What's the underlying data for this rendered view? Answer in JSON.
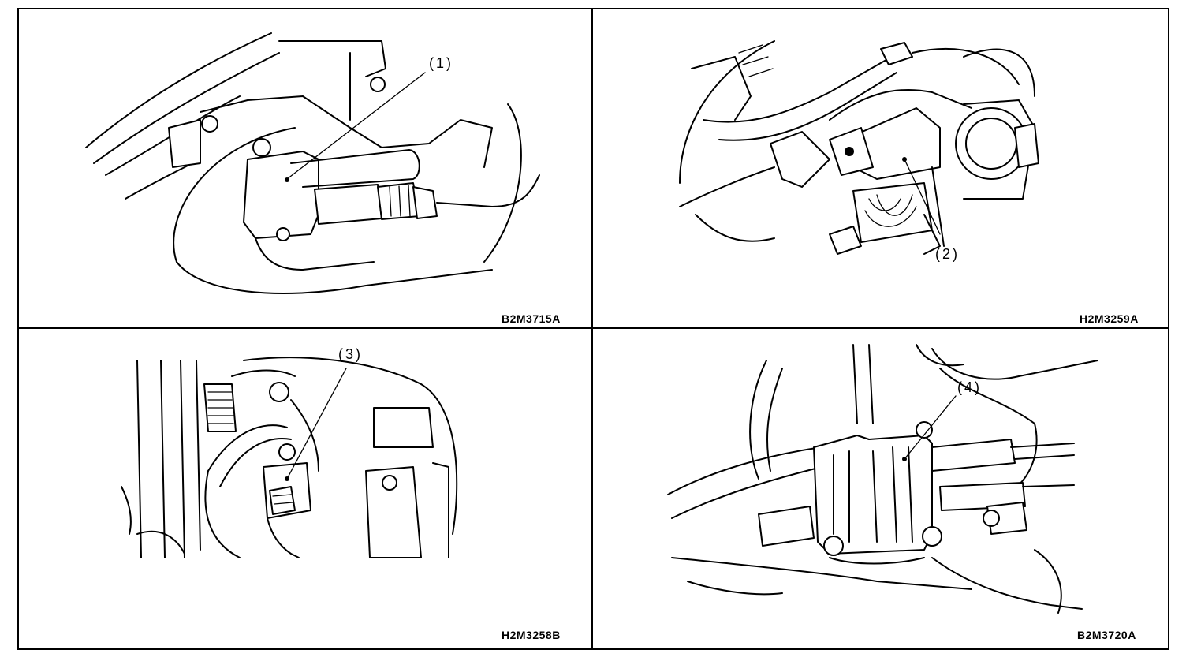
{
  "panels": [
    {
      "code": "B2M3715A",
      "callout": "(1)"
    },
    {
      "code": "H2M3259A",
      "callout": "(2)"
    },
    {
      "code": "H2M3258B",
      "callout": "(3)"
    },
    {
      "code": "B2M3720A",
      "callout": "(4)"
    }
  ]
}
